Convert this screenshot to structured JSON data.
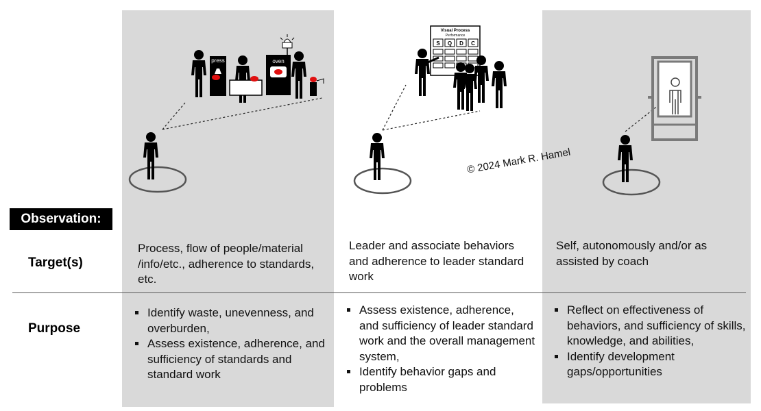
{
  "labels": {
    "observation": "Observation:",
    "targets": "Target(s)",
    "purpose": "Purpose"
  },
  "copyright": "© 2024 Mark R. Hamel",
  "illustration_text": {
    "press": "press",
    "oven": "oven",
    "board_title_1": "Visual Process",
    "board_title_2": "Performance",
    "board_headers": [
      "S",
      "Q",
      "D",
      "C"
    ]
  },
  "columns": [
    {
      "target": "Process, flow of people/material /info/etc., adherence to standards, etc.",
      "purpose": [
        "Identify waste, unevenness, and overburden,",
        "Assess existence, adherence, and sufficiency of standards and standard work"
      ]
    },
    {
      "target": "Leader and associate behaviors and adherence to leader standard work",
      "purpose": [
        "Assess existence, adherence, and sufficiency of leader standard work and the overall management system,",
        "Identify behavior gaps and problems"
      ]
    },
    {
      "target": "Self, autonomously and/or as assisted by coach",
      "purpose": [
        "Reflect on effectiveness of behaviors, and sufficiency of skills, knowledge, and abilities,",
        "Identify development gaps/opportunities"
      ]
    }
  ],
  "colors": {
    "column_gray": "#d9d9d9",
    "accent_red": "#e01010",
    "badge_black": "#000000"
  }
}
